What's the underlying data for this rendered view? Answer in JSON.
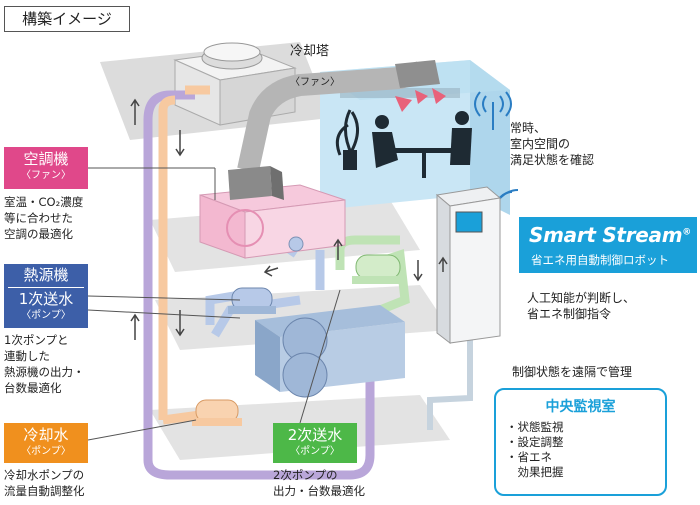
{
  "title": "構築イメージ",
  "cooling_tower": {
    "name": "冷却塔",
    "sub": "〈ファン〉"
  },
  "room_status": {
    "text": "常時、\n室内空間の\n満足状態を確認"
  },
  "air_handler": {
    "tag": "空調機",
    "sub": "〈ファン〉",
    "desc": "室温・CO₂濃度\n等に合わせた\n空調の最適化"
  },
  "heat_source": {
    "tag": "熱源機",
    "tag2": "1次送水",
    "sub": "〈ポンプ〉",
    "desc": "1次ポンプと\n連動した\n熱源機の出力・\n台数最適化"
  },
  "cooling_water": {
    "tag": "冷却水",
    "sub": "〈ポンプ〉",
    "desc": "冷却水ポンプの\n流量自動調整化"
  },
  "secondary_pump": {
    "tag": "2次送水",
    "sub": "〈ポンプ〉",
    "desc": "2次ポンプの\n出力・台数最適化"
  },
  "smart_stream": {
    "brand": "Smart Stream",
    "reg": "®",
    "subtitle": "省エネ用自動制御ロボット",
    "desc": "人工知能が判断し、\n省エネ制御指令"
  },
  "remote": {
    "text": "制御状態を遠隔で管理"
  },
  "central_monitoring": {
    "title": "中央監視室",
    "items": [
      "・状態監視",
      "・設定調整",
      "・省エネ",
      "　効果把握"
    ]
  },
  "colors": {
    "pink": "#e0488a",
    "blue": "#3d5fa8",
    "orange": "#f0901e",
    "green": "#4db848",
    "cyan": "#1aa0d9"
  }
}
